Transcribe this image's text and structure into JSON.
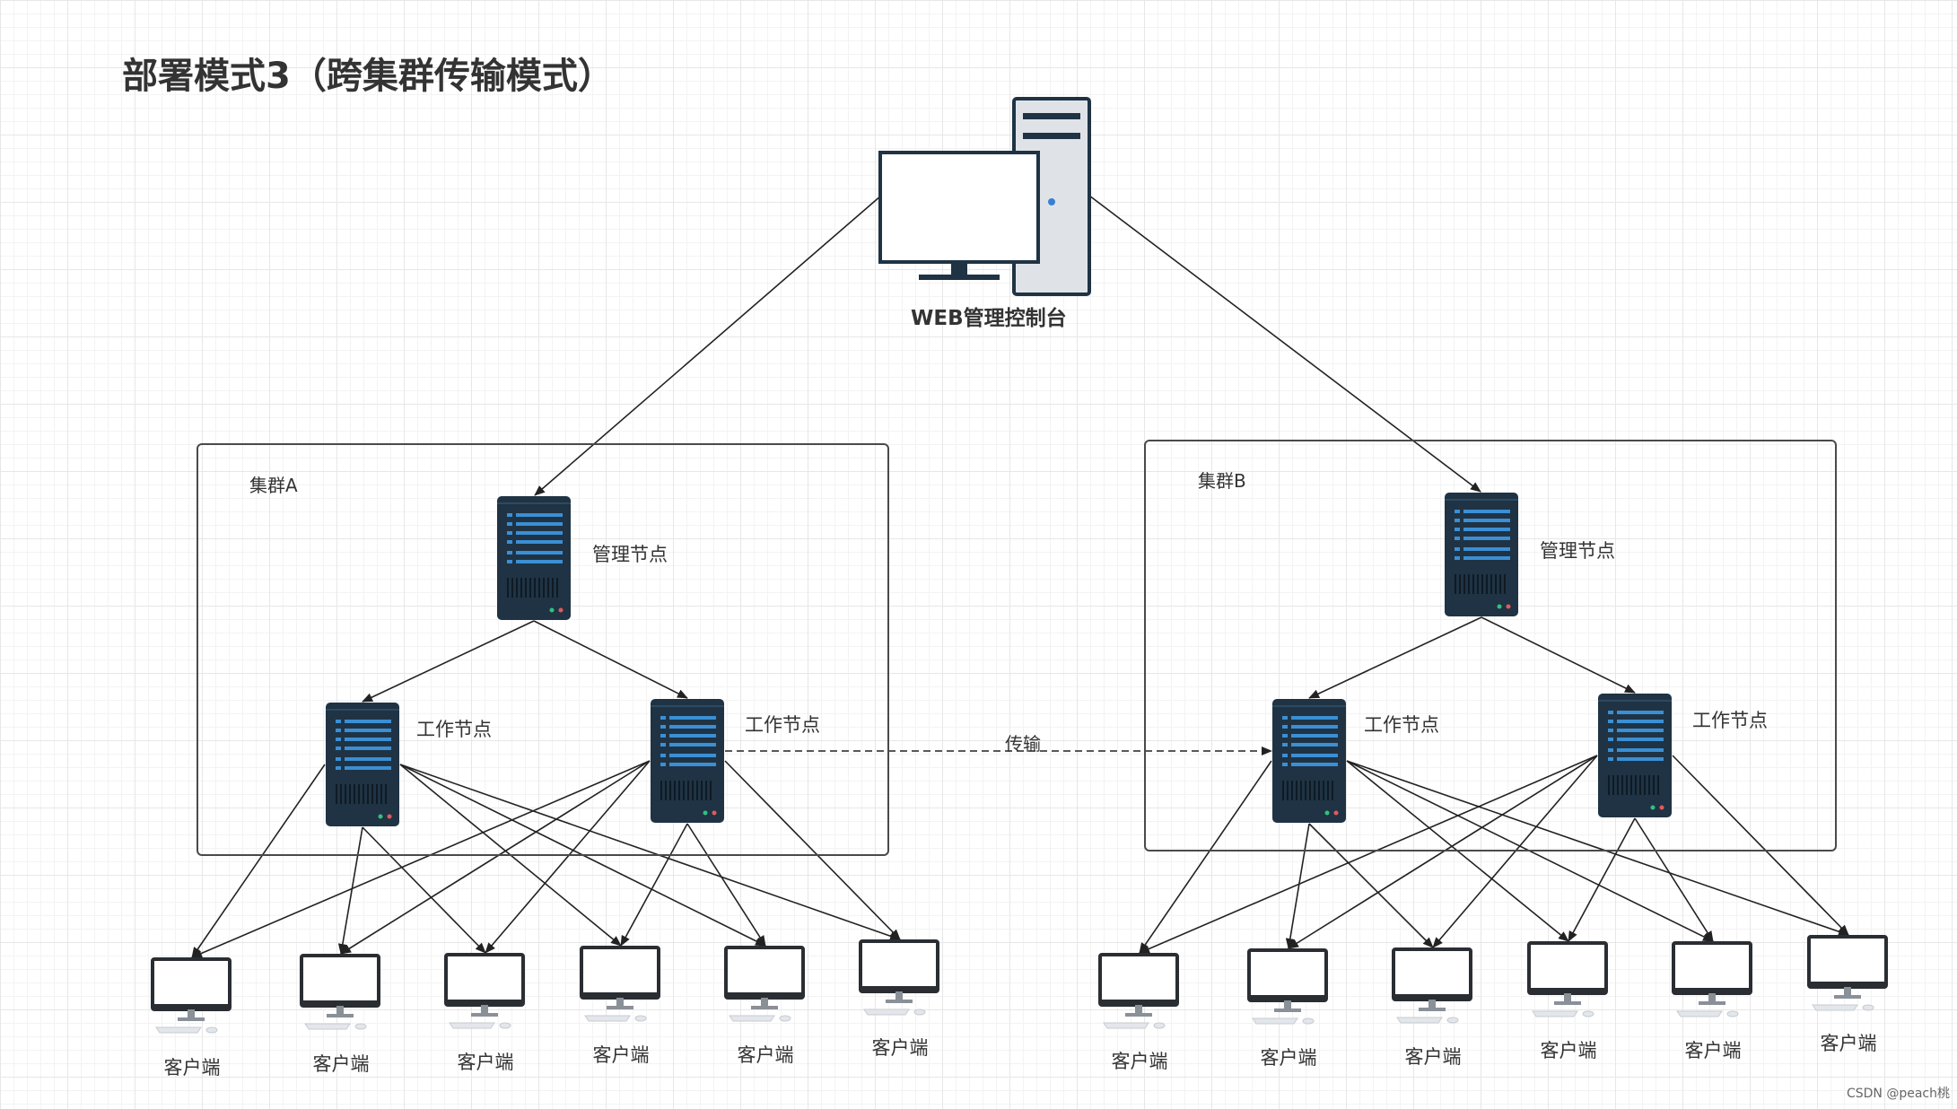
{
  "title": "部署模式3（跨集群传输模式）",
  "web_console": {
    "label": "WEB管理控制台"
  },
  "clusters": [
    {
      "label": "集群A",
      "manager": "管理节点",
      "workers": [
        "工作节点",
        "工作节点"
      ]
    },
    {
      "label": "集群B",
      "manager": "管理节点",
      "workers": [
        "工作节点",
        "工作节点"
      ]
    }
  ],
  "transfer_label": "传输",
  "clients_a": [
    "客户端",
    "客户端",
    "客户端",
    "客户端",
    "客户端",
    "客户端"
  ],
  "clients_b": [
    "客户端",
    "客户端",
    "客户端",
    "客户端",
    "客户端",
    "客户端"
  ],
  "watermark": "CSDN @peach桃",
  "colors": {
    "server_body": "#1f3344",
    "server_stripe": "#3b8fd4",
    "line": "#222222",
    "border": "#4a4a4a"
  },
  "icons": [
    "server-icon",
    "desktop-computer-icon",
    "monitor-icon"
  ]
}
